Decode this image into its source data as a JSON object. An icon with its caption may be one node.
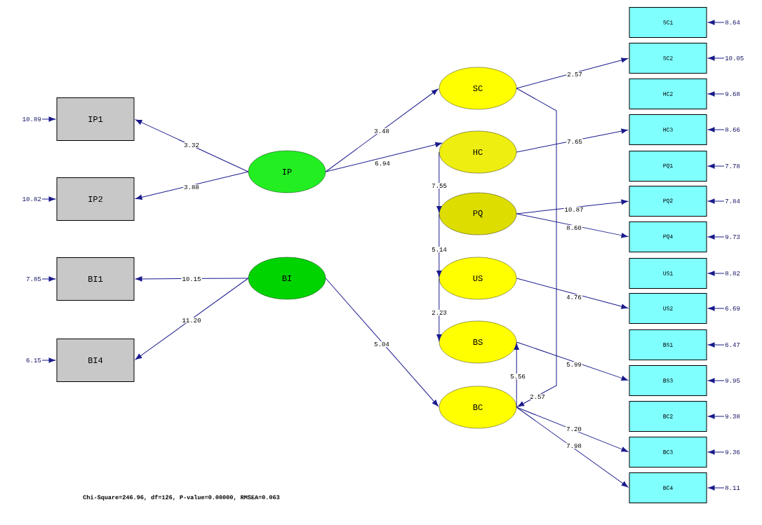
{
  "diagram": {
    "nodes": [
      {
        "text": [
          "IP1"
        ]
      },
      {
        "text": [
          "IP2"
        ]
      },
      {
        "text": [
          "BI1"
        ]
      },
      {
        "text": [
          "BI4"
        ]
      },
      {
        "text": [
          "IP"
        ]
      },
      {
        "text": [
          "BI"
        ]
      },
      {
        "text": [
          "SC"
        ]
      },
      {
        "text": [
          "HC"
        ]
      },
      {
        "text": [
          "PQ"
        ]
      },
      {
        "text": [
          "US"
        ]
      },
      {
        "text": [
          "BS"
        ]
      },
      {
        "text": [
          "BC"
        ]
      },
      {
        "text": [
          "SC1"
        ]
      },
      {
        "text": [
          "SC2"
        ]
      },
      {
        "text": [
          "HC2"
        ]
      },
      {
        "text": [
          "HC3"
        ]
      },
      {
        "text": [
          "PQ1"
        ]
      },
      {
        "text": [
          "PQ2"
        ]
      },
      {
        "text": [
          "PQ4"
        ]
      },
      {
        "text": [
          "US1"
        ]
      },
      {
        "text": [
          "US2"
        ]
      },
      {
        "text": [
          "BS1"
        ]
      },
      {
        "text": [
          "BS3"
        ]
      },
      {
        "text": [
          "BC2"
        ]
      },
      {
        "text": [
          "BC3"
        ]
      },
      {
        "text": [
          "BC4"
        ]
      },
      {
        "text": [
          "10.89"
        ]
      },
      {
        "text": [
          "10.82"
        ]
      },
      {
        "text": [
          "7.85"
        ]
      },
      {
        "text": [
          "6.15"
        ]
      },
      {
        "text": [
          "8.64"
        ]
      },
      {
        "text": [
          "10.05"
        ]
      },
      {
        "text": [
          "9.68"
        ]
      },
      {
        "text": [
          "8.66"
        ]
      },
      {
        "text": [
          "7.78"
        ]
      },
      {
        "text": [
          "7.84"
        ]
      },
      {
        "text": [
          "9.73"
        ]
      },
      {
        "text": [
          "8.82"
        ]
      },
      {
        "text": [
          "6.69"
        ]
      },
      {
        "text": [
          "6.47"
        ]
      },
      {
        "text": [
          "9.95"
        ]
      },
      {
        "text": [
          "9.38"
        ]
      },
      {
        "text": [
          "9.36"
        ]
      },
      {
        "text": [
          "8.11"
        ]
      }
    ],
    "edges": [
      {
        "from": 4,
        "to": 0,
        "arrow": "to",
        "label": "3.32"
      },
      {
        "from": 4,
        "to": 1,
        "arrow": "to",
        "label": "3.88"
      },
      {
        "from": 5,
        "to": 2,
        "arrow": "to",
        "label": "10.15"
      },
      {
        "from": 5,
        "to": 3,
        "arrow": "to",
        "label": "11.20"
      },
      {
        "from": 4,
        "to": 6,
        "arrow": "to",
        "label": "3.48"
      },
      {
        "from": 4,
        "to": 7,
        "arrow": "to",
        "label": "6.94"
      },
      {
        "from": 5,
        "to": 11,
        "arrow": "to",
        "label": "5.04"
      },
      {
        "from": 7,
        "to": 8,
        "arrow": "to",
        "label": "7.55"
      },
      {
        "from": 8,
        "to": 9,
        "arrow": "to",
        "label": "5.14"
      },
      {
        "from": 9,
        "to": 10,
        "arrow": "to",
        "label": "2.23"
      },
      {
        "from": 11,
        "to": 10,
        "arrow": "to",
        "label": "5.56"
      },
      {
        "from": 6,
        "to": 11,
        "arrow": "to",
        "label": "2.57"
      },
      {
        "from": 6,
        "to": 13,
        "arrow": "to",
        "label": "2.57"
      },
      {
        "from": 7,
        "to": 15,
        "arrow": "to",
        "label": "7.65"
      },
      {
        "from": 8,
        "to": 17,
        "arrow": "to",
        "label": "10.87"
      },
      {
        "from": 8,
        "to": 18,
        "arrow": "to",
        "label": "8.60"
      },
      {
        "from": 9,
        "to": 20,
        "arrow": "to",
        "label": "4.76"
      },
      {
        "from": 10,
        "to": 22,
        "arrow": "to",
        "label": "5.99"
      },
      {
        "from": 11,
        "to": 24,
        "arrow": "to",
        "label": "7.20"
      },
      {
        "from": 11,
        "to": 25,
        "arrow": "to",
        "label": "7.98"
      },
      {
        "from": 26,
        "to": 0,
        "arrow": "to"
      },
      {
        "from": 27,
        "to": 1,
        "arrow": "to"
      },
      {
        "from": 28,
        "to": 2,
        "arrow": "to"
      },
      {
        "from": 29,
        "to": 3,
        "arrow": "to"
      },
      {
        "from": 30,
        "to": 12,
        "arrow": "to"
      },
      {
        "from": 31,
        "to": 13,
        "arrow": "to"
      },
      {
        "from": 32,
        "to": 14,
        "arrow": "to"
      },
      {
        "from": 33,
        "to": 15,
        "arrow": "to"
      },
      {
        "from": 34,
        "to": 16,
        "arrow": "to"
      },
      {
        "from": 35,
        "to": 17,
        "arrow": "to"
      },
      {
        "from": 36,
        "to": 18,
        "arrow": "to"
      },
      {
        "from": 37,
        "to": 19,
        "arrow": "to"
      },
      {
        "from": 38,
        "to": 20,
        "arrow": "to"
      },
      {
        "from": 39,
        "to": 21,
        "arrow": "to"
      },
      {
        "from": 40,
        "to": 22,
        "arrow": "to"
      },
      {
        "from": 41,
        "to": 23,
        "arrow": "to"
      },
      {
        "from": 42,
        "to": 24,
        "arrow": "to"
      },
      {
        "from": 43,
        "to": 25,
        "arrow": "to"
      }
    ],
    "labels": [
      "Chi-Square=246.96, df=126, P-value=0.00000, RMSEA=0.063"
    ]
  }
}
